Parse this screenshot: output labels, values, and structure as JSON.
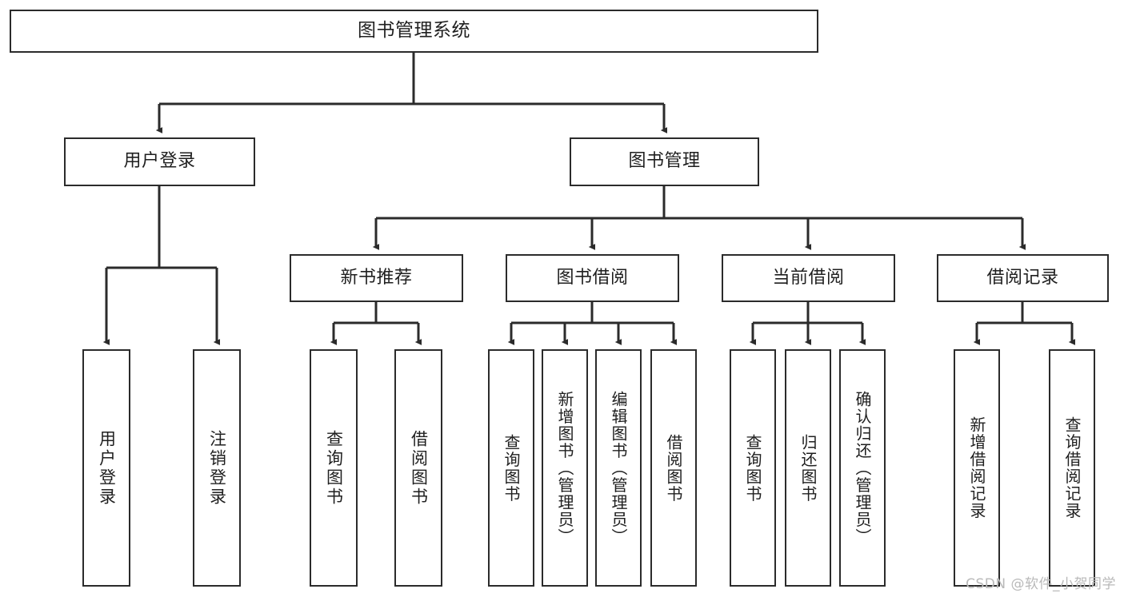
{
  "diagram": {
    "title": "图书管理系统",
    "watermark": "CSDN @软件_小贺同学",
    "colors": {
      "background": "#ffffff",
      "node_fill": "#ffffff",
      "node_border": "#2b2b2b",
      "edge": "#2b2b2b",
      "text": "#1f1f1f",
      "watermark": "#b9b9b9"
    },
    "root": {
      "label": "图书管理系统"
    },
    "level2": [
      {
        "label": "用户登录"
      },
      {
        "label": "图书管理"
      }
    ],
    "level3": [
      {
        "label": "新书推荐"
      },
      {
        "label": "图书借阅"
      },
      {
        "label": "当前借阅"
      },
      {
        "label": "借阅记录"
      }
    ],
    "leaves": {
      "user_login": [
        {
          "label": "用户登录"
        },
        {
          "label": "注销登录"
        }
      ],
      "new_book_recommend": [
        {
          "label": "查询图书"
        },
        {
          "label": "借阅图书"
        }
      ],
      "book_borrow": [
        {
          "label": "查询图书"
        },
        {
          "label": "新增图书（管理员）"
        },
        {
          "label": "编辑图书（管理员）"
        },
        {
          "label": "借阅图书"
        }
      ],
      "current_borrow": [
        {
          "label": "查询图书"
        },
        {
          "label": "归还图书"
        },
        {
          "label": "确认归还（管理员）"
        }
      ],
      "borrow_record": [
        {
          "label": "新增借阅记录"
        },
        {
          "label": "查询借阅记录"
        }
      ]
    }
  }
}
